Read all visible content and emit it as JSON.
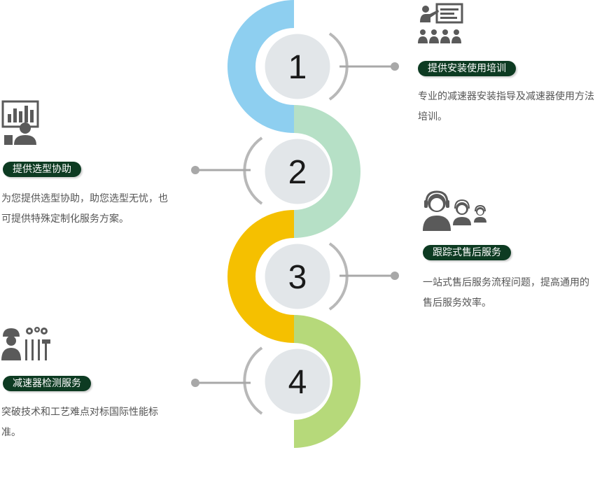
{
  "colors": {
    "step1": "#8ecff0",
    "step2": "#b6e0c6",
    "step3": "#f5c000",
    "step4": "#b6d97a",
    "circle": "#e2e6e9",
    "arc": "#b8b8b8",
    "connector": "#a8a8a8",
    "tag_bg": "#0d3b22",
    "icon": "#5a5a5a"
  },
  "steps": [
    {
      "number": "1",
      "title": "提供安装使用培训",
      "desc": "专业的减速器安装指导及减速器使用方法培训。",
      "icon": "training-icon"
    },
    {
      "number": "2",
      "title": "提供选型协助",
      "desc": "为您提供选型协助，助您选型无忧，也可提供特殊定制化服务方案。",
      "icon": "selection-analysis-icon"
    },
    {
      "number": "3",
      "title": "跟踪式售后服务",
      "desc": "一站式售后服务流程问题，提高通用的售后服务效率。",
      "icon": "customer-service-icon"
    },
    {
      "number": "4",
      "title": "减速器检测服务",
      "desc": "突破技术和工艺难点对标国际性能标准。",
      "icon": "engineer-tools-icon"
    }
  ]
}
